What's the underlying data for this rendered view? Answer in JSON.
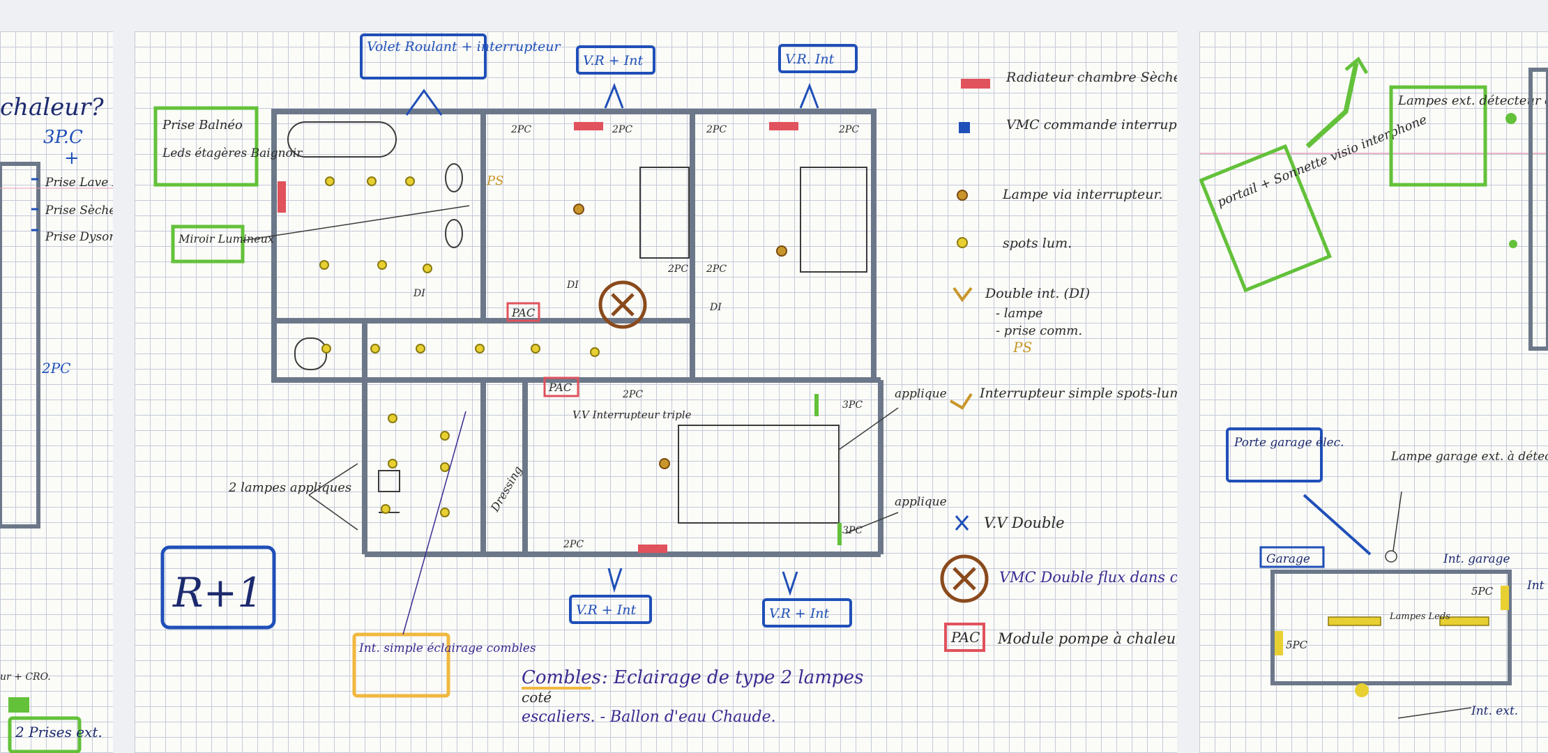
{
  "left_page": {
    "heading": "chaleur?",
    "sockets_title": "3P.C",
    "plus": "+",
    "items": [
      "Prise Lave Linge",
      "Prise Sèche Linge",
      "Prise Dysor"
    ],
    "wall_sockets": "2PC",
    "cut_text": "ur + CRO.",
    "bottom_label": "2 Prises ext."
  },
  "plan": {
    "level_label": "R+1",
    "callouts": {
      "volet": "Volet Roulant + interrupteur",
      "vr_int_a": "V.R + Int",
      "vr_int_b": "V.R. Int",
      "vr_int_c": "V.R + Int",
      "vr_int_d": "V.R + Int",
      "prise_balneo": "Prise Balnéo",
      "leds": "Leds étagères Baignoir",
      "miroir": "Miroir Lumineux",
      "lampes_appliques": "2 lampes appliques",
      "int_simple": "Int. simple éclairage combles",
      "applique_a": "applique",
      "applique_b": "applique",
      "vv_triple": "V.V Interrupteur triple",
      "dressing": "Dressing"
    },
    "small_labels": {
      "ps": "PS",
      "pc2": "2PC",
      "pc3": "3PC",
      "di": "DI",
      "pac": "PAC"
    },
    "legend": [
      {
        "symbol": "radiator",
        "text": "Radiateur chambre Sèche serviettes SDB"
      },
      {
        "symbol": "vmc-switch",
        "text": "VMC commande interrupteur."
      },
      {
        "symbol": "lamp",
        "text": "Lampe via interrupteur."
      },
      {
        "symbol": "spot",
        "text": "spots lum."
      },
      {
        "symbol": "double-switch",
        "text": "Double int. (DI)",
        "sub": [
          "- lampe",
          "- prise comm."
        ],
        "extra": "PS"
      },
      {
        "symbol": "simple-switch",
        "text": "Interrupteur simple spots-lumière dressing."
      },
      {
        "symbol": "vv-double",
        "text": "V.V Double"
      },
      {
        "symbol": "vmc-double",
        "text": "VMC Double flux dans combles"
      },
      {
        "symbol": "pac-box",
        "text": "Module pompe à chaleur réversible.",
        "box": "PAC"
      }
    ],
    "combles_note": {
      "title": "Combles",
      "line1": ": Eclairage de type 2 lampes",
      "line2a": "coté",
      "line2b": "escaliers. - Ballon d'eau Chaude."
    }
  },
  "right_page": {
    "portail": "portail + Sonnette visio interphone",
    "lampes_ext": "Lampes ext. détecteur de mouvement",
    "porte_garage": "Porte garage élec.",
    "lampe_garage": "Lampe garage ext. à détection.",
    "garage": "Garage",
    "int_garage": "Int. garage",
    "int_short": "Int",
    "spc": "5PC",
    "lampes_leds": "Lampes Leds",
    "int_ext": "Int. ext."
  },
  "colors": {
    "wall": "#6c7889",
    "blue_ink": "#1f4fb8",
    "green_marker": "#63c13a",
    "yellow_marker": "#e8d032",
    "orange_marker": "#c8962a",
    "red_marker": "#e0525c",
    "brown": "#8a4a1c"
  }
}
